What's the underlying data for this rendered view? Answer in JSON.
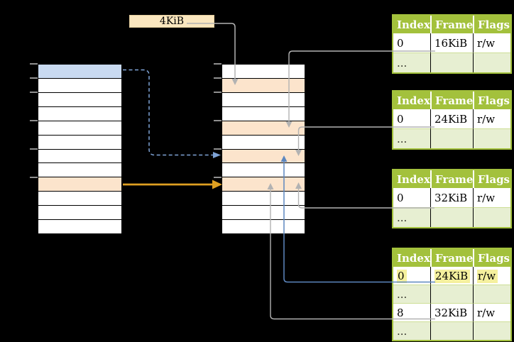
{
  "size_label": {
    "text": "4KiB"
  },
  "colors": {
    "background": "#000000",
    "row_white": "#ffffff",
    "row_blue": "#c9daf1",
    "row_peach": "#fce4cc",
    "label_bg": "#fbe7bf",
    "memory_border": "#000000",
    "tick": "#8f8f8f",
    "green_header": "#a3c13c",
    "green_border": "#a3c13c",
    "green_row_shaded": "#e7efd2",
    "header_text": "#ffffff",
    "cell_text": "#000000",
    "dots_text": "#33332a",
    "highlight": "#f5f09e",
    "arrow_gray": "#b2b2b2",
    "arrow_blue": "#5d87bf",
    "arrow_blue_dashed": "#7ea3d6",
    "arrow_orange": "#dfa021"
  },
  "memory_columns": {
    "left": {
      "rows": [
        "blue",
        "white",
        "white",
        "white",
        "white",
        "white",
        "white",
        "white",
        "peach",
        "white",
        "white",
        "white"
      ],
      "ticks_y": [
        90,
        110,
        130,
        170,
        210,
        250
      ]
    },
    "middle": {
      "rows": [
        "white",
        "peach",
        "white",
        "white",
        "peach",
        "white",
        "peach",
        "white",
        "peach",
        "white",
        "white",
        "white"
      ],
      "ticks_y": [
        90,
        110,
        130,
        170,
        210,
        250
      ]
    }
  },
  "page_tables": [
    {
      "id": "page-table-16kib",
      "headers": [
        "Index",
        "Frame",
        "Flags"
      ],
      "rows": [
        {
          "cells": [
            "0",
            "16KiB",
            "r/w"
          ],
          "shaded": false,
          "highlight": false
        },
        {
          "cells": [
            "...",
            "",
            ""
          ],
          "shaded": true,
          "highlight": false
        }
      ]
    },
    {
      "id": "page-table-24kib",
      "headers": [
        "Index",
        "Frame",
        "Flags"
      ],
      "rows": [
        {
          "cells": [
            "0",
            "24KiB",
            "r/w"
          ],
          "shaded": false,
          "highlight": false
        },
        {
          "cells": [
            "...",
            "",
            ""
          ],
          "shaded": true,
          "highlight": false
        }
      ]
    },
    {
      "id": "page-table-32kib",
      "headers": [
        "Index",
        "Frame",
        "Flags"
      ],
      "rows": [
        {
          "cells": [
            "0",
            "32KiB",
            "r/w"
          ],
          "shaded": false,
          "highlight": false
        },
        {
          "cells": [
            "...",
            "",
            ""
          ],
          "shaded": true,
          "highlight": false
        }
      ]
    },
    {
      "id": "page-table-level2",
      "headers": [
        "Index",
        "Frame",
        "Flags"
      ],
      "rows": [
        {
          "cells": [
            "0",
            "24KiB",
            "r/w"
          ],
          "shaded": false,
          "highlight": true
        },
        {
          "cells": [
            "...",
            "",
            ""
          ],
          "shaded": true,
          "highlight": false
        },
        {
          "cells": [
            "8",
            "32KiB",
            "r/w"
          ],
          "shaded": false,
          "highlight": false
        },
        {
          "cells": [
            "...",
            "",
            ""
          ],
          "shaded": true,
          "highlight": false
        }
      ]
    }
  ],
  "arrows": [
    {
      "name": "arrow-4kib-label-to-physical-frame-1",
      "color": "gray",
      "style": "solid"
    },
    {
      "name": "arrow-virtual-row0-to-physical-row6",
      "color": "blue",
      "style": "dashed"
    },
    {
      "name": "arrow-virtual-row8-to-physical-row8",
      "color": "orange",
      "style": "solid"
    },
    {
      "name": "arrow-pt16kib-frame-to-physical-row4",
      "color": "gray",
      "style": "solid"
    },
    {
      "name": "arrow-pt24kib-frame-to-physical-row6",
      "color": "gray",
      "style": "solid"
    },
    {
      "name": "arrow-pt32kib-frame-to-physical-row8",
      "color": "gray",
      "style": "solid"
    },
    {
      "name": "arrow-level2-row0-frame-to-physical-row6",
      "color": "blue",
      "style": "solid"
    },
    {
      "name": "arrow-level2-row8-frame-to-physical-row8",
      "color": "gray",
      "style": "solid"
    }
  ]
}
